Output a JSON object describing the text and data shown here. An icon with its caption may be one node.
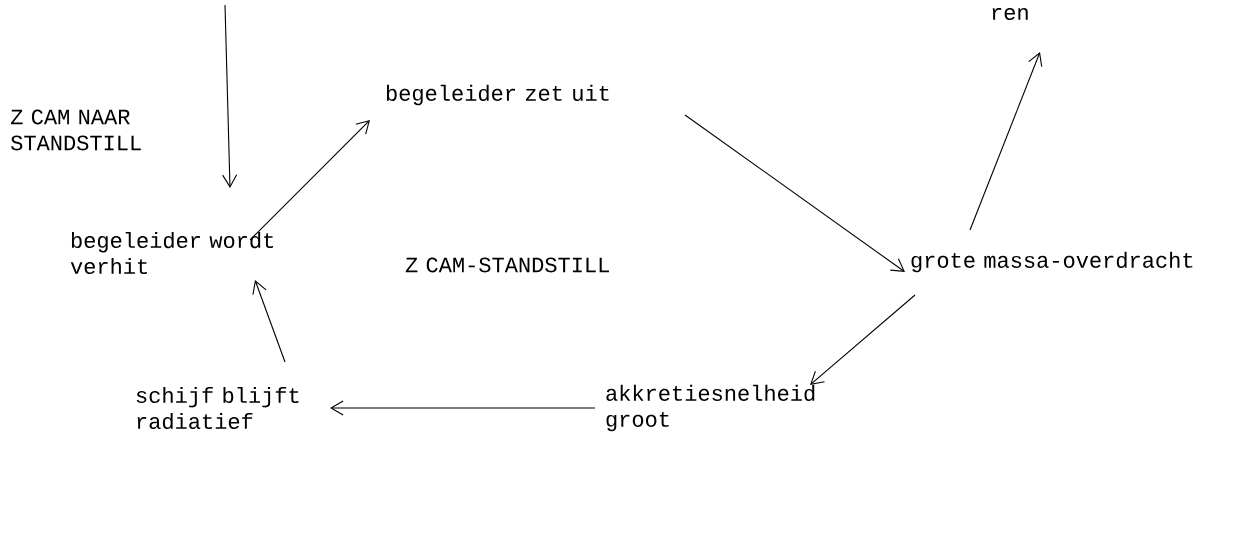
{
  "diagram": {
    "nodes": [
      {
        "text": [
          "begeleider zet uit"
        ]
      },
      {
        "text": [
          "grote massa-overdracht"
        ]
      },
      {
        "text": [
          "akkretiesnelheid groot"
        ]
      },
      {
        "text": [
          "schijf blijft radiatief"
        ]
      },
      {
        "text": [
          "begeleider wordt verhit"
        ]
      },
      {
        "text": [
          "ren"
        ]
      }
    ],
    "edges": [
      {
        "from": null,
        "to": 4,
        "arrow": "to"
      },
      {
        "from": 4,
        "to": 0,
        "arrow": "to"
      },
      {
        "from": 0,
        "to": 1,
        "arrow": "to"
      },
      {
        "from": 1,
        "to": 5,
        "arrow": "to"
      },
      {
        "from": 1,
        "to": 2,
        "arrow": "to"
      },
      {
        "from": 2,
        "to": 3,
        "arrow": "to"
      },
      {
        "from": 3,
        "to": 4,
        "arrow": "to"
      }
    ],
    "labels": [
      "Z CAM NAAR STANDSTILL",
      "Z CAM-STANDSTILL"
    ]
  }
}
